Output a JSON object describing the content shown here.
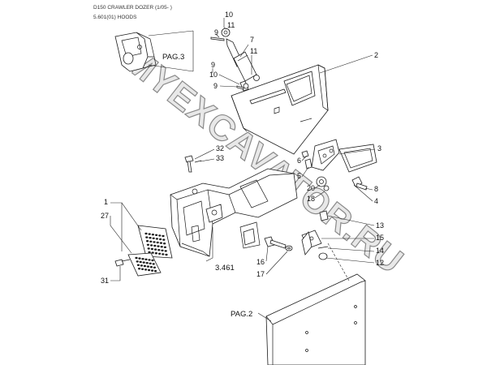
{
  "header": {
    "title": "D150 CRAWLER DOZER (1/05- )",
    "subtitle": "5.601(01) HOODS"
  },
  "watermark": {
    "text": "MYEXCAVATOR.RU"
  },
  "references": {
    "pag3": "PAG.3",
    "pag2": "PAG.2",
    "ref_3461": "3.461"
  },
  "callouts": {
    "c10a": "10",
    "c11a": "11",
    "c7": "7",
    "c11b": "11",
    "c9a": "9",
    "c10b": "10",
    "c9b": "9",
    "c2": "2",
    "c32": "32",
    "c33": "33",
    "c3": "3",
    "c6": "6",
    "c5": "5",
    "c20": "20",
    "c18": "18",
    "c8": "8",
    "c4": "4",
    "c1": "1",
    "c27": "27",
    "c13": "13",
    "c15": "15",
    "c14": "14",
    "c12": "12",
    "c16": "16",
    "c17": "17",
    "c31": "31"
  },
  "colors": {
    "line": "#1a1a1a",
    "watermark_fill": "#e8e8e8",
    "watermark_stroke": "#8a8a8a"
  }
}
